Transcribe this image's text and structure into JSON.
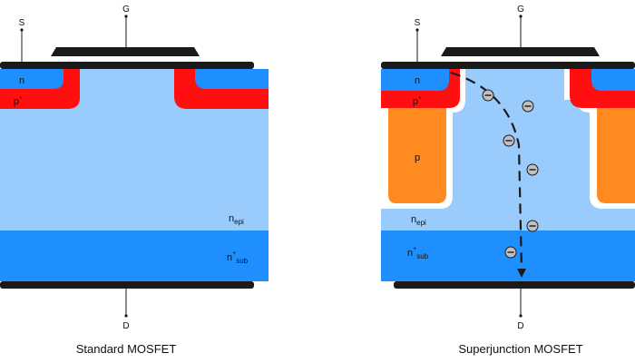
{
  "colors": {
    "epi": "#99ccfc",
    "substrate": "#1f8fff",
    "p_plus": "#ff0f0f",
    "n_region": "#1f8fff",
    "p_pillar": "#ff8a1f",
    "metal": "#1a1a1a",
    "electron": "#c0c0c0"
  },
  "terminals": {
    "source": "S",
    "gate": "G",
    "drain": "D"
  },
  "regions": {
    "n": "n",
    "p_plus_base": "p",
    "p_plus_sup": "+",
    "p_pillar": "p",
    "n_epi_base": "n",
    "n_epi_sub": "epi",
    "n_sub_base": "n",
    "n_sub_sup": "+",
    "n_sub_sub": "sub"
  },
  "electron_symbol": "⊖",
  "captions": {
    "left": "Standard MOSFET",
    "right": "Superjunction MOSFET"
  }
}
